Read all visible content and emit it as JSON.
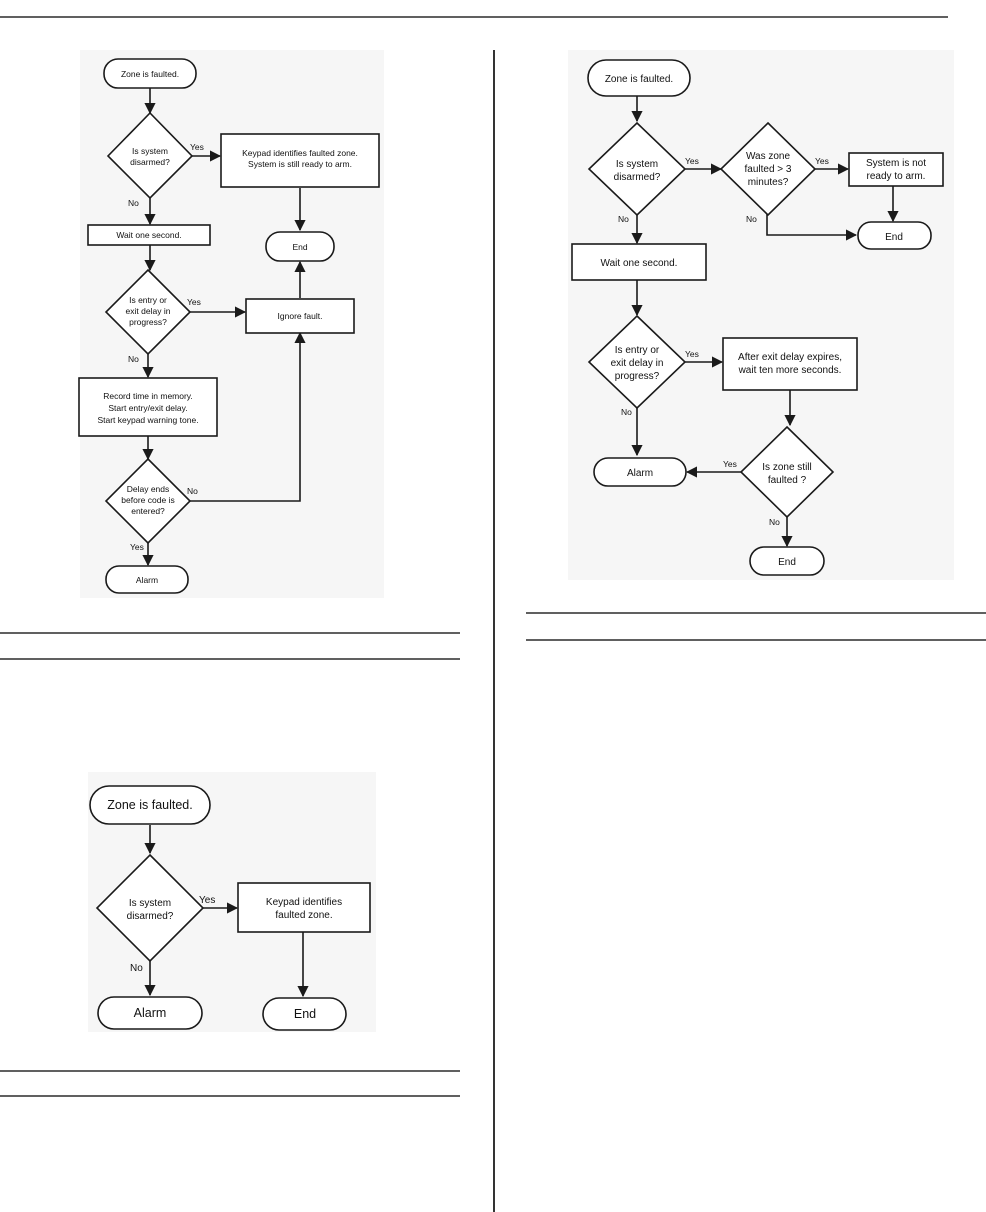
{
  "flowchart_a": {
    "start": "Zone is faulted.",
    "q_disarmed": [
      "Is system",
      "disarmed?"
    ],
    "keypad_box": [
      "Keypad identifies faulted zone.",
      "System is still ready to arm."
    ],
    "end": "End",
    "wait": "Wait one second.",
    "q_entry": [
      "Is entry or",
      "exit delay in",
      "progress?"
    ],
    "ignore": "Ignore fault.",
    "record_box": [
      "Record time in memory.",
      "Start entry/exit delay.",
      "Start keypad warning tone."
    ],
    "q_delay": [
      "Delay ends",
      "before code is",
      "entered?"
    ],
    "alarm": "Alarm",
    "labels": {
      "yes1": "Yes",
      "no1": "No",
      "yes2": "Yes",
      "no2": "No",
      "no3": "No",
      "yes3": "Yes"
    }
  },
  "flowchart_b": {
    "start": "Zone is faulted.",
    "q_disarmed": [
      "Is system",
      "disarmed?"
    ],
    "keypad_box": [
      "Keypad identifies",
      "faulted zone."
    ],
    "alarm": "Alarm",
    "end": "End",
    "labels": {
      "yes": "Yes",
      "no": "No"
    }
  },
  "flowchart_c": {
    "start": "Zone is faulted.",
    "q_disarmed": [
      "Is system",
      "disarmed?"
    ],
    "q_3min": [
      "Was zone",
      "faulted > 3",
      "minutes?"
    ],
    "not_ready": [
      "System is not",
      "ready to arm."
    ],
    "end1": "End",
    "wait": "Wait one second.",
    "q_entry": [
      "Is entry or",
      "exit delay in",
      "progress?"
    ],
    "after_exit": [
      "After exit delay expires,",
      "wait ten more seconds."
    ],
    "alarm": "Alarm",
    "q_still": [
      "Is zone still",
      "faulted ?"
    ],
    "end2": "End",
    "labels": {
      "yes1": "Yes",
      "no1": "No",
      "yes2": "Yes",
      "no2": "No",
      "yes3": "Yes",
      "no3": "No",
      "yes4": "Yes",
      "no4": "No"
    }
  }
}
